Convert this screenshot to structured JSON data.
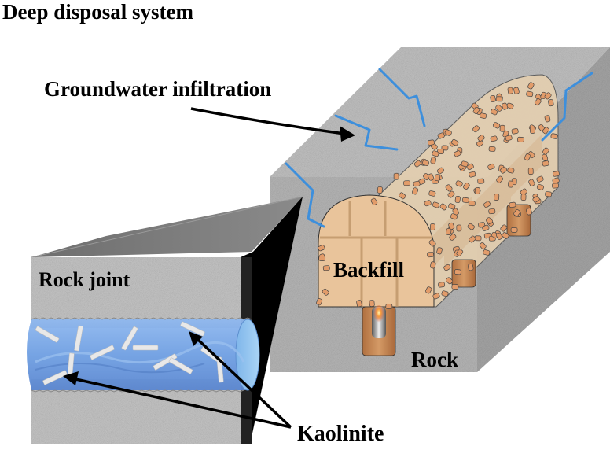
{
  "figure": {
    "title": "Deep disposal system",
    "labels": {
      "groundwater": "Groundwater infiltration",
      "rock_joint": "Rock joint",
      "backfill": "Backfill",
      "rock": "Rock",
      "kaolinite": "Kaolinite"
    },
    "colors": {
      "rock_light": "#c4c4c4",
      "rock_mid": "#a8a8a8",
      "rock_dark": "#8f8f8f",
      "crack_blue": "#3d8fdc",
      "backfill_tan": "#e6c29a",
      "backfill_light": "#efdcc0",
      "pellet": "#e29c6a",
      "canister": "#c98a55",
      "water_blue": "#6c9fe0",
      "prism_gray": "#7a7a7a",
      "prism_black": "#000000"
    }
  }
}
